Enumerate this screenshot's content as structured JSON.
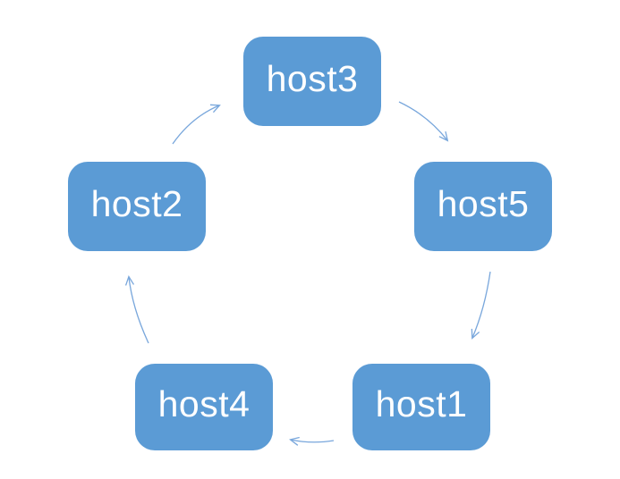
{
  "diagram": {
    "kind": "cycle",
    "nodes": [
      {
        "id": "host3",
        "label": "host3",
        "position": "top"
      },
      {
        "id": "host5",
        "label": "host5",
        "position": "upper-right"
      },
      {
        "id": "host1",
        "label": "host1",
        "position": "lower-right"
      },
      {
        "id": "host4",
        "label": "host4",
        "position": "lower-left"
      },
      {
        "id": "host2",
        "label": "host2",
        "position": "upper-left"
      }
    ],
    "edges": [
      {
        "from": "host3",
        "to": "host5"
      },
      {
        "from": "host5",
        "to": "host1"
      },
      {
        "from": "host1",
        "to": "host4"
      },
      {
        "from": "host4",
        "to": "host2"
      },
      {
        "from": "host2",
        "to": "host3"
      }
    ],
    "colors": {
      "node_fill": "#5b9bd5",
      "node_text": "#ffffff",
      "arrow": "#79a7dc",
      "background": "#ffffff"
    }
  }
}
